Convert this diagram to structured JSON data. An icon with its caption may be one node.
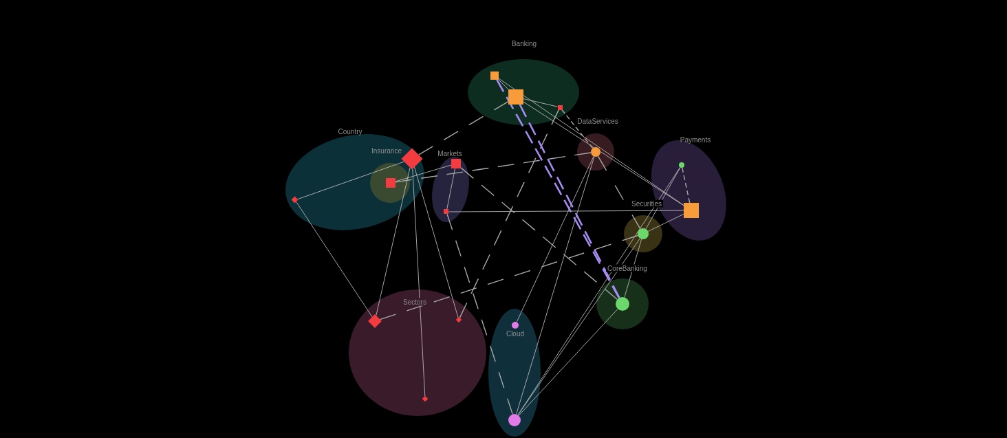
{
  "diagram": {
    "nodes": [
      {
        "text": [
          "Banking"
        ]
      },
      {
        "text": [],
        "shape": "square",
        "in": 0
      },
      {
        "text": [],
        "shape": "square",
        "in": 0
      },
      {
        "text": [],
        "shape": "square",
        "in": 0
      },
      {
        "text": [
          "Country"
        ]
      },
      {
        "text": [
          "Insurance"
        ],
        "in": 4
      },
      {
        "text": [],
        "shape": "square",
        "in": 5
      },
      {
        "text": [],
        "shape": "diamond",
        "in": 4
      },
      {
        "text": [],
        "shape": "diamond",
        "in": 4
      },
      {
        "text": [
          "Markets"
        ]
      },
      {
        "text": [],
        "shape": "square",
        "in": 9
      },
      {
        "text": [],
        "shape": "square",
        "in": 9
      },
      {
        "text": [
          "DataServices"
        ]
      },
      {
        "text": [],
        "shape": "circle",
        "in": 12
      },
      {
        "text": [
          "Payments"
        ]
      },
      {
        "text": [],
        "shape": "circle",
        "in": 14
      },
      {
        "text": [],
        "shape": "square",
        "in": 14
      },
      {
        "text": [
          "Securities"
        ]
      },
      {
        "text": [],
        "shape": "circle",
        "in": 17
      },
      {
        "text": [
          "CoreBanking"
        ]
      },
      {
        "text": [],
        "shape": "circle",
        "in": 19
      },
      {
        "text": [
          "Sectors"
        ]
      },
      {
        "text": [],
        "shape": "diamond",
        "in": 21
      },
      {
        "text": [],
        "shape": "diamond",
        "in": 21
      },
      {
        "text": [],
        "shape": "diamond",
        "in": 21
      },
      {
        "text": [
          "Cloud"
        ]
      },
      {
        "text": [],
        "shape": "circle",
        "in": 25
      },
      {
        "text": [],
        "shape": "circle",
        "in": 25
      }
    ],
    "edges": [
      {
        "from": 1,
        "to": 2,
        "arrow": "none"
      },
      {
        "from": 2,
        "to": 3,
        "arrow": "none"
      },
      {
        "from": 1,
        "to": 16,
        "arrow": "none"
      },
      {
        "from": 2,
        "to": 16,
        "arrow": "none"
      },
      {
        "from": 7,
        "to": 8,
        "arrow": "none"
      },
      {
        "from": 7,
        "to": 22,
        "arrow": "none"
      },
      {
        "from": 8,
        "to": 22,
        "arrow": "none"
      },
      {
        "from": 8,
        "to": 23,
        "arrow": "none"
      },
      {
        "from": 8,
        "to": 24,
        "arrow": "none"
      },
      {
        "from": 6,
        "to": 10,
        "arrow": "none"
      },
      {
        "from": 10,
        "to": 11,
        "arrow": "none"
      },
      {
        "from": 11,
        "to": 16,
        "arrow": "none"
      },
      {
        "from": 13,
        "to": 26,
        "arrow": "none"
      },
      {
        "from": 13,
        "to": 27,
        "arrow": "none"
      },
      {
        "from": 15,
        "to": 27,
        "arrow": "none"
      },
      {
        "from": 15,
        "to": 18,
        "arrow": "none"
      },
      {
        "from": 16,
        "to": 18,
        "arrow": "none"
      },
      {
        "from": 18,
        "to": 27,
        "arrow": "none"
      },
      {
        "from": 18,
        "to": 20,
        "arrow": "none"
      },
      {
        "from": 20,
        "to": 27,
        "arrow": "none"
      },
      {
        "from": 2,
        "to": 8,
        "arrow": "none",
        "style": "dashed"
      },
      {
        "from": 3,
        "to": 13,
        "arrow": "none",
        "style": "dashed"
      },
      {
        "from": 3,
        "to": 24,
        "arrow": "none",
        "style": "dashed"
      },
      {
        "from": 6,
        "to": 13,
        "arrow": "none",
        "style": "dashed"
      },
      {
        "from": 10,
        "to": 20,
        "arrow": "none",
        "style": "dashed"
      },
      {
        "from": 11,
        "to": 27,
        "arrow": "none",
        "style": "dashed"
      },
      {
        "from": 13,
        "to": 18,
        "arrow": "none",
        "style": "dashed"
      },
      {
        "from": 22,
        "to": 18,
        "arrow": "none",
        "style": "dashed"
      },
      {
        "from": 15,
        "to": 16,
        "arrow": "none",
        "style": "dashed"
      },
      {
        "from": 1,
        "to": 20,
        "arrow": "none",
        "style": "dashed",
        "color": "#a68cf2"
      },
      {
        "from": 2,
        "to": 20,
        "arrow": "none",
        "style": "dashed",
        "color": "#a68cf2"
      }
    ]
  }
}
